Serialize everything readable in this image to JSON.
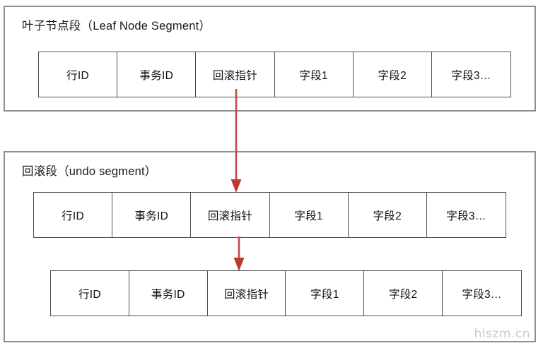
{
  "diagram": {
    "watermark": "hiszm.cn",
    "accent_color": "#c0392b",
    "arrow_color": "#c44a46",
    "outer_border_color": "#8f8f8f",
    "cell_border_color": "#4d4d4d",
    "background_color": "#ffffff",
    "text_color": "#111111",
    "watermark_color": "#c9c9c9"
  },
  "segments": [
    {
      "id": "leaf-node-segment",
      "title": "叶子节点段（Leaf Node Segment）",
      "rows": [
        {
          "id": "leaf-record-row",
          "cells": [
            "行ID",
            "事务ID",
            "回滚指针",
            "字段1",
            "字段2",
            "字段3…"
          ]
        }
      ]
    },
    {
      "id": "undo-segment",
      "title": "回滚段（undo segment）",
      "rows": [
        {
          "id": "undo-record-row-1",
          "cells": [
            "行ID",
            "事务ID",
            "回滚指针",
            "字段1",
            "字段2",
            "字段3…"
          ]
        },
        {
          "id": "undo-record-row-2",
          "cells": [
            "行ID",
            "事务ID",
            "回滚指针",
            "字段1",
            "字段2",
            "字段3…"
          ]
        }
      ]
    }
  ],
  "arrows": [
    {
      "id": "leaf-rollback-pointer-arrow",
      "from": "leaf-record-row.回滚指针",
      "to": "undo-record-row-1.回滚指针",
      "direction": "down"
    },
    {
      "id": "undo-rollback-pointer-arrow",
      "from": "undo-record-row-1.回滚指针",
      "to": "undo-record-row-2.回滚指针",
      "direction": "down"
    }
  ]
}
